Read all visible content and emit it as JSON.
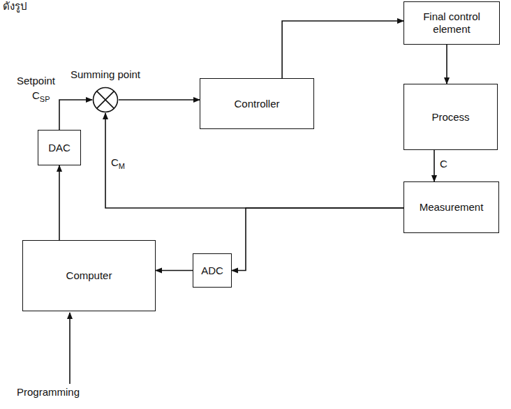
{
  "diagram": {
    "nodes": [
      {
        "text": [
          "Final control element"
        ]
      },
      {
        "text": [
          "Summing point"
        ]
      },
      {
        "text": [
          "Controller"
        ]
      },
      {
        "text": [
          "Process"
        ]
      },
      {
        "text": [
          "DAC"
        ]
      },
      {
        "text": [
          "Measurement"
        ]
      },
      {
        "text": [
          "Computer"
        ]
      },
      {
        "text": [
          "ADC"
        ]
      }
    ],
    "edges": [
      {
        "from": 4,
        "to": 1,
        "arrow": "to"
      },
      {
        "from": 1,
        "to": 2,
        "arrow": "to"
      },
      {
        "from": 2,
        "to": 0,
        "arrow": "to"
      },
      {
        "from": 0,
        "to": 3,
        "arrow": "to"
      },
      {
        "from": 3,
        "to": 5,
        "label": "C",
        "arrow": "to"
      },
      {
        "from": 5,
        "to": 1,
        "label": "CM",
        "arrow": "to"
      },
      {
        "from": 5,
        "to": 7,
        "arrow": "to"
      },
      {
        "from": 7,
        "to": 6,
        "arrow": "to"
      },
      {
        "from": 6,
        "to": 4,
        "arrow": "to"
      }
    ],
    "labels": [
      "ดังรูป",
      "Setpoint",
      "CSP",
      "Programming"
    ]
  }
}
